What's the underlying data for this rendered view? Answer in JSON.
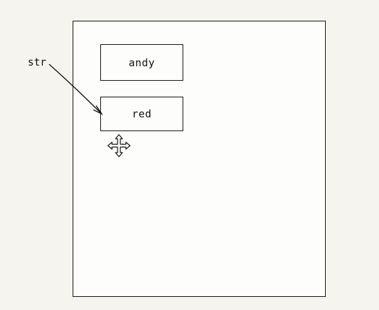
{
  "diagram": {
    "variable": {
      "label": "str"
    },
    "boxes": [
      {
        "text": "andy"
      },
      {
        "text": "red"
      }
    ],
    "pointer": {
      "from": "str",
      "to": "red"
    }
  },
  "cursor": {
    "icon": "move-cursor-icon"
  }
}
